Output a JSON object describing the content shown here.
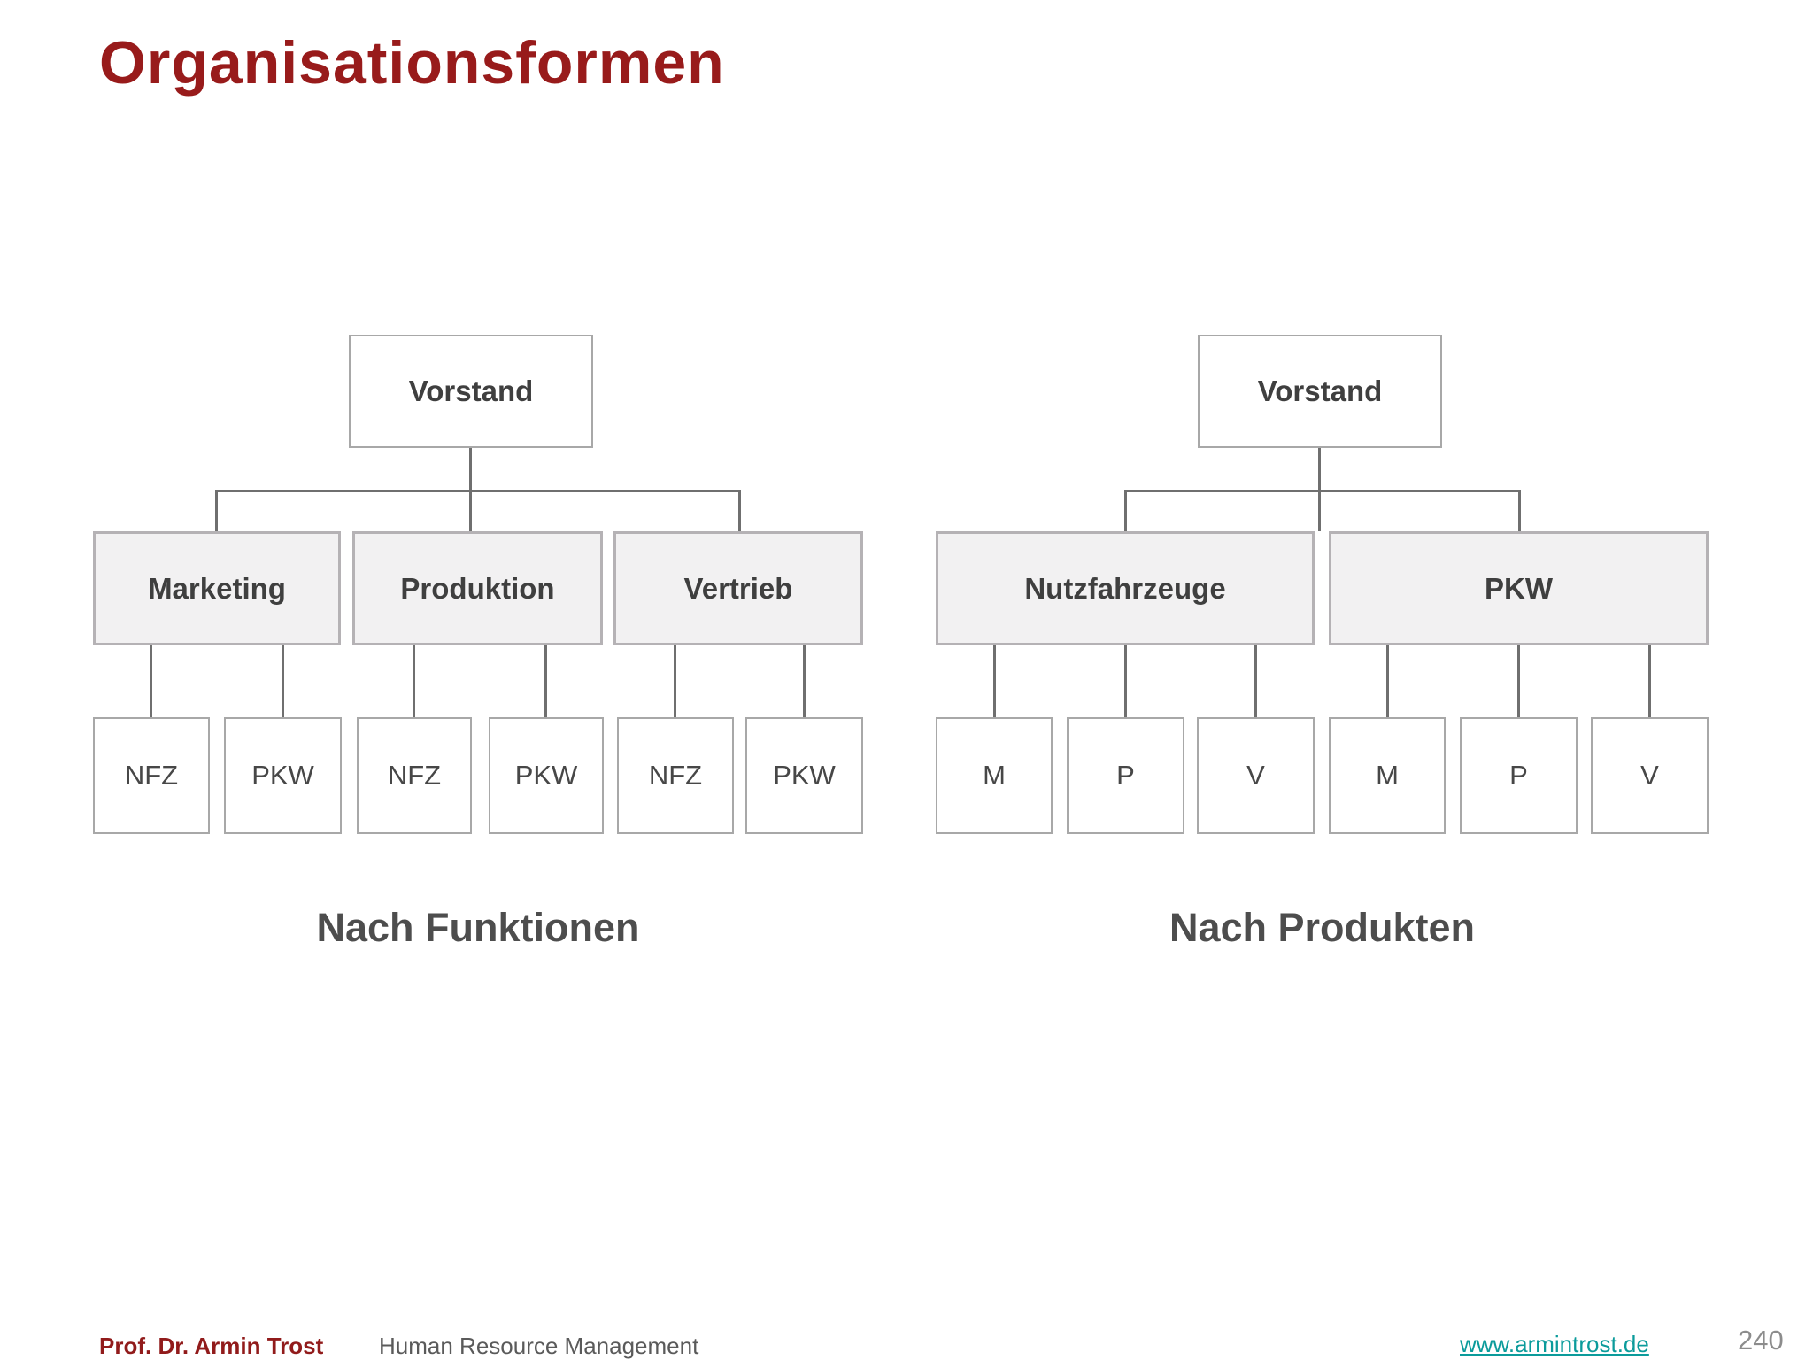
{
  "title": "Organisationsformen",
  "charts": [
    {
      "caption": "Nach Funktionen",
      "root": "Vorstand",
      "level2": [
        "Marketing",
        "Produktion",
        "Vertrieb"
      ],
      "level3": [
        "NFZ",
        "PKW",
        "NFZ",
        "PKW",
        "NFZ",
        "PKW"
      ]
    },
    {
      "caption": "Nach Produkten",
      "root": "Vorstand",
      "level2": [
        "Nutzfahrzeuge",
        "PKW"
      ],
      "level3": [
        "M",
        "P",
        "V",
        "M",
        "P",
        "V"
      ]
    }
  ],
  "footer": {
    "author": "Prof. Dr. Armin Trost",
    "course": "Human Resource Management",
    "website": "www.armintrost.de",
    "page_number": "240"
  },
  "colors": {
    "title_red": "#981B1B",
    "footer_red": "#911B1B",
    "link_teal": "#0B9B9B",
    "connector_gray": "#6F6F6F",
    "box_border_gray": "#A8A8A8",
    "level2_fill": "#F2F1F2",
    "box_text": "#3F3F3F"
  }
}
